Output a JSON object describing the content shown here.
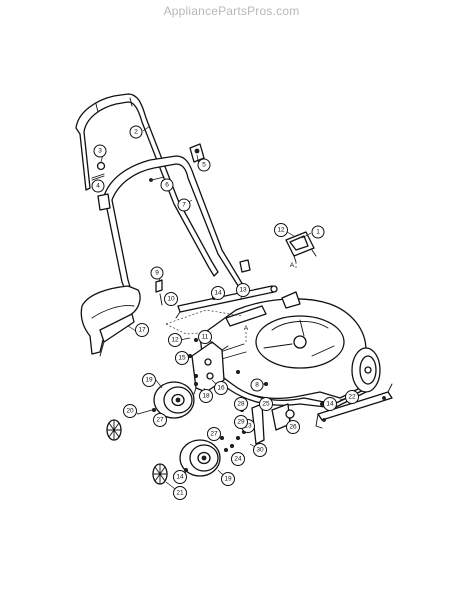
{
  "watermark": "AppliancePartsPros.com",
  "callouts": [
    {
      "id": "c1",
      "label": "1"
    },
    {
      "id": "c2",
      "label": "2"
    },
    {
      "id": "c3",
      "label": "3"
    },
    {
      "id": "c4",
      "label": "4"
    },
    {
      "id": "c5",
      "label": "5"
    },
    {
      "id": "c6",
      "label": "6"
    },
    {
      "id": "c7",
      "label": "7"
    },
    {
      "id": "c8",
      "label": "8"
    },
    {
      "id": "c9",
      "label": "9"
    },
    {
      "id": "c10",
      "label": "10"
    },
    {
      "id": "c11",
      "label": "11"
    },
    {
      "id": "c12a",
      "label": "12"
    },
    {
      "id": "c12b",
      "label": "12"
    },
    {
      "id": "c13",
      "label": "13"
    },
    {
      "id": "c14a",
      "label": "14"
    },
    {
      "id": "c14b",
      "label": "14"
    },
    {
      "id": "c14c",
      "label": "14"
    },
    {
      "id": "c15",
      "label": "15"
    },
    {
      "id": "c16",
      "label": "16"
    },
    {
      "id": "c17",
      "label": "17"
    },
    {
      "id": "c18",
      "label": "18"
    },
    {
      "id": "c19a",
      "label": "19"
    },
    {
      "id": "c19b",
      "label": "19"
    },
    {
      "id": "c20",
      "label": "20"
    },
    {
      "id": "c21",
      "label": "21"
    },
    {
      "id": "c22",
      "label": "22"
    },
    {
      "id": "c23",
      "label": "23"
    },
    {
      "id": "c24",
      "label": "24"
    },
    {
      "id": "c25",
      "label": "25"
    },
    {
      "id": "c26",
      "label": "26"
    },
    {
      "id": "c27a",
      "label": "27"
    },
    {
      "id": "c27b",
      "label": "27"
    },
    {
      "id": "c28",
      "label": "28"
    },
    {
      "id": "c29",
      "label": "29"
    },
    {
      "id": "c30",
      "label": "30"
    }
  ],
  "view_markers": {
    "a1": "A",
    "a2": "A"
  }
}
